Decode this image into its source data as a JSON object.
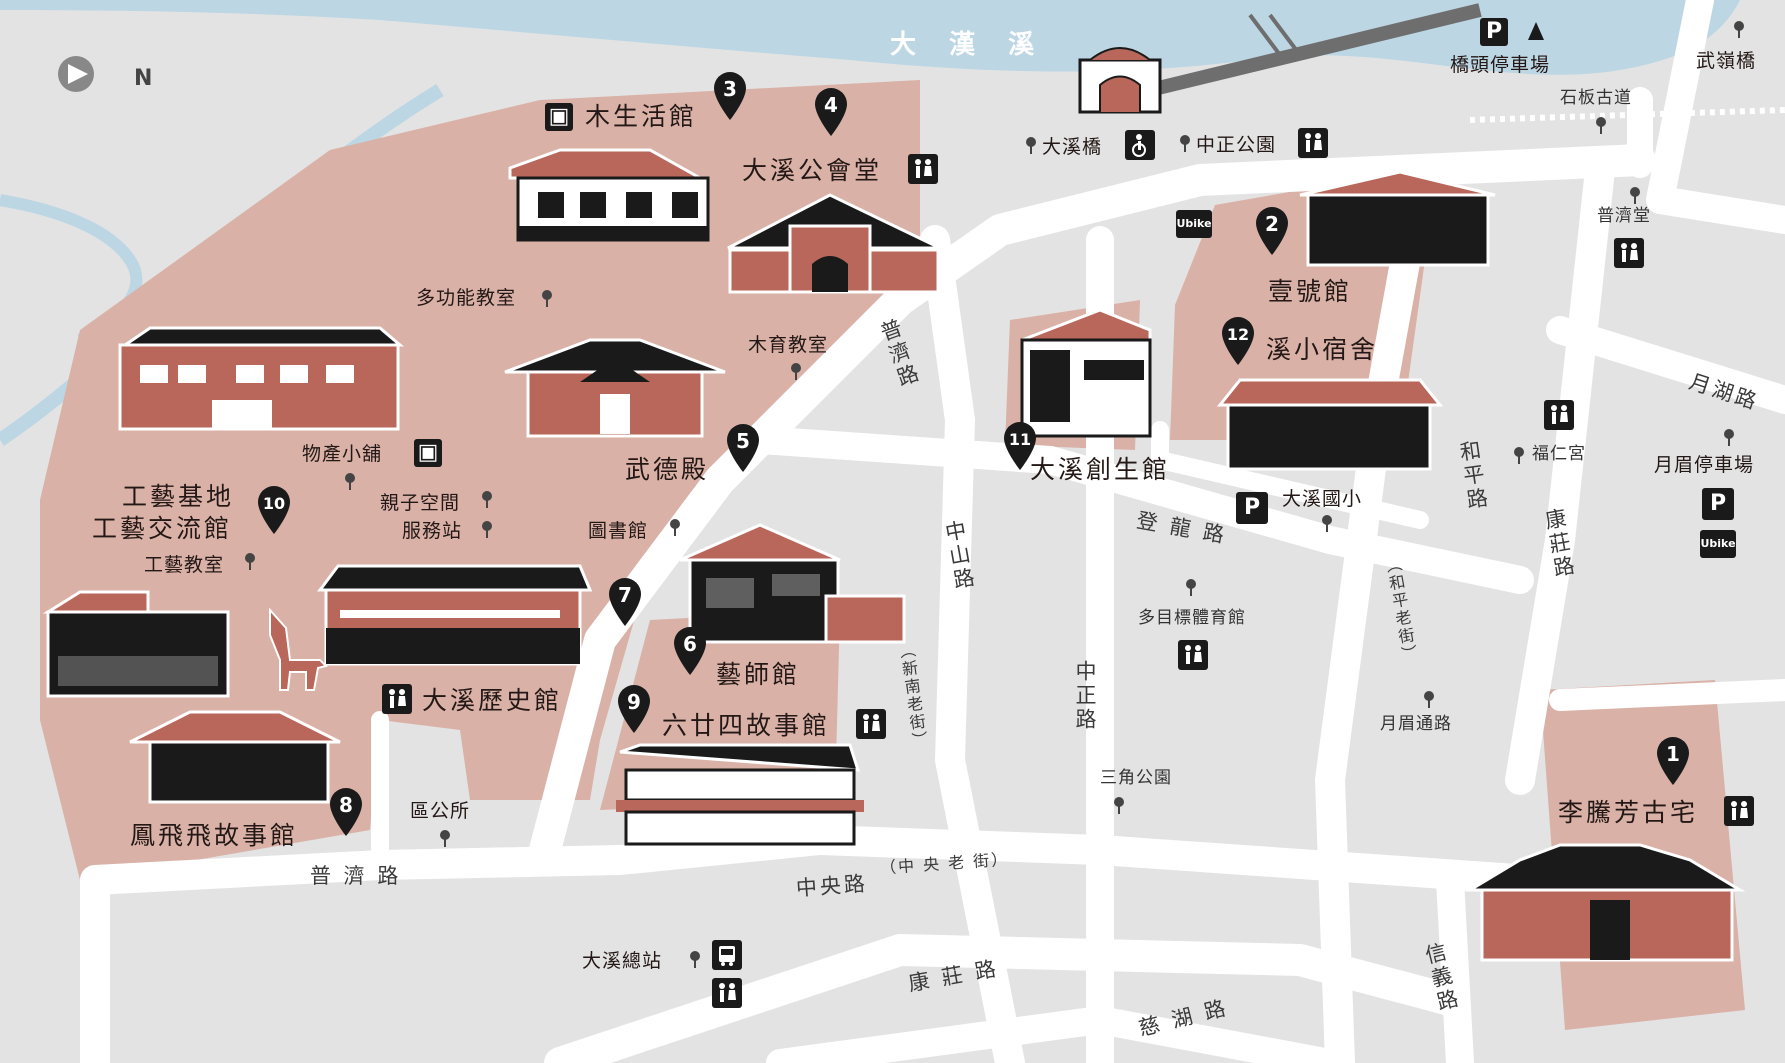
{
  "compass": {
    "label": "N",
    "icon": "north-arrow-icon"
  },
  "river": {
    "name": "大 漢 溪"
  },
  "colors": {
    "zone": "#d9b1a7",
    "road": "#ffffff",
    "ground": "#e3e3e3",
    "river": "#bcd6e4",
    "building_roof": "#b8675a",
    "dark": "#1a1a1a"
  },
  "attractions": [
    {
      "num": "1",
      "name": "李騰芳古宅",
      "icons": [
        "restroom-icon"
      ]
    },
    {
      "num": "2",
      "name": "壹號館",
      "icons": []
    },
    {
      "num": "3",
      "name": "木生活館",
      "icons": [
        "gift-icon"
      ]
    },
    {
      "num": "4",
      "name": "大溪公會堂",
      "icons": [
        "restroom-icon"
      ]
    },
    {
      "num": "5",
      "name": "武德殿",
      "icons": []
    },
    {
      "num": "6",
      "name": "藝師館",
      "icons": []
    },
    {
      "num": "7",
      "name": "",
      "icons": []
    },
    {
      "num": "8",
      "name": "鳳飛飛故事館",
      "icons": []
    },
    {
      "num": "9",
      "name": "六廿四故事館",
      "icons": [
        "restroom-icon"
      ]
    },
    {
      "num": "10",
      "name_line1": "工藝基地",
      "name_line2": "工藝交流館",
      "icons": []
    },
    {
      "num": "11",
      "name": "大溪創生館",
      "icons": []
    },
    {
      "num": "12",
      "name": "溪小宿舍",
      "icons": []
    }
  ],
  "history_hall": {
    "name": "大溪歷史館"
  },
  "poi": {
    "multi_classroom": "多功能教室",
    "wood_classroom": "木育教室",
    "shop": "物產小舖",
    "kids": "親子空間",
    "service": "服務站",
    "craft_classroom": "工藝教室",
    "library": "圖書館",
    "district_office": "區公所",
    "daxi_bridge": "大溪橋",
    "zhongzheng_park": "中正公園",
    "bridgehead_parking": "橋頭停車場",
    "wuling": "武嶺橋",
    "stone_path": "石板古道",
    "puji_hall": "普濟堂",
    "fuxing_temple": "福仁宮",
    "yuemei_parking": "月眉停車場",
    "daxi_elementary": "大溪國小",
    "gym": "多目標體育館",
    "triangle_park": "三角公園",
    "yuemei_road": "月眉通路",
    "bus_station": "大溪總站"
  },
  "roads": {
    "puji_vertical": "普濟路",
    "puji_bottom": "普 濟 路",
    "zhongshan": "中山路",
    "xinnan": "（新南老街）",
    "denglong": "登 龍 路",
    "heping": "和平路",
    "heping_sub": "（和平老街）",
    "kangzhuang_right": "康莊路",
    "yuehu": "月湖路",
    "zhongzheng": "中正路",
    "zhongyang": "中央路",
    "zhongyang_sub": "（中 央 老 街）",
    "kangzhuang_bottom": "康 莊 路",
    "cihu": "慈 湖 路",
    "xinyi": "信義路"
  },
  "icons": {
    "parking": "P",
    "ubike": "Ubike"
  }
}
